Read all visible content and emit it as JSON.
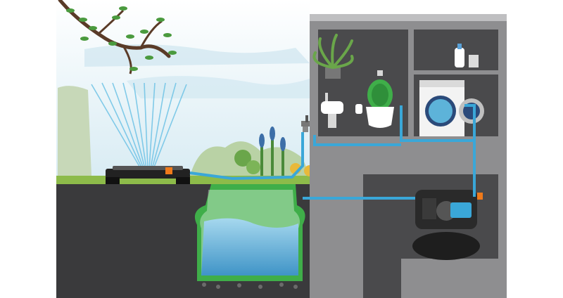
{
  "scene": {
    "subject": "rainwater-harvesting-system",
    "components": [
      {
        "id": "tree-branch",
        "icon": "tree-branch-icon"
      },
      {
        "id": "sprinkler",
        "icon": "oscillating-sprinkler-icon"
      },
      {
        "id": "underground-tank",
        "icon": "water-tank-icon"
      },
      {
        "id": "garden-tap",
        "icon": "faucet-icon"
      },
      {
        "id": "pump",
        "icon": "pressure-pump-icon"
      },
      {
        "id": "toilet",
        "icon": "toilet-icon"
      },
      {
        "id": "sink",
        "icon": "sink-icon"
      },
      {
        "id": "washing-machine",
        "icon": "washing-machine-icon"
      },
      {
        "id": "potted-fern",
        "icon": "plant-icon"
      },
      {
        "id": "detergent-bottle",
        "icon": "bottle-icon"
      }
    ],
    "colors": {
      "sky": "#dfeef4",
      "ground": "#3a3a3c",
      "house_wall": "#8e8e90",
      "room": "#4a4a4c",
      "pipe": "#3aa7d8",
      "tank_green": "#3fae49",
      "water": "#5db3d9",
      "grass": "#8dbb4a"
    }
  }
}
